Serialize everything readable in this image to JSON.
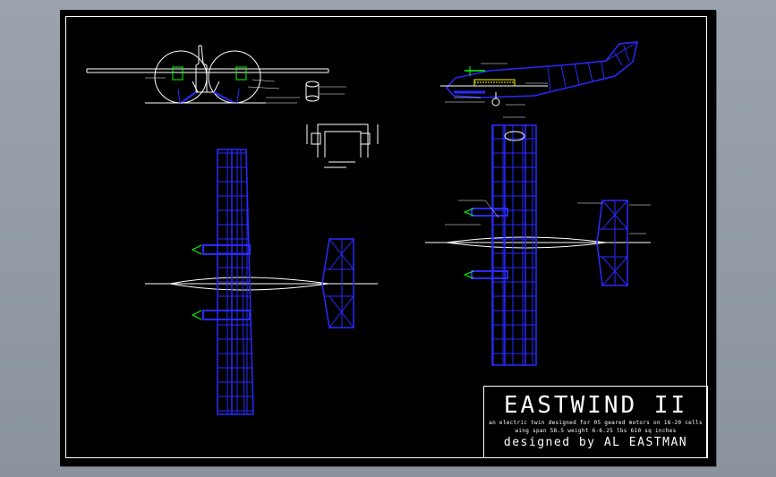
{
  "title_block": {
    "title": "EASTWIND II",
    "line1": "an electric twin designed for 05 geared motors on 16-20 cells",
    "line2": "wing span 58.5 weight 6-6.25 lbs 610 sq inches",
    "designer": "designed by AL EASTMAN"
  },
  "colors": {
    "background": "#000000",
    "structure": "#2a2aff",
    "motor": "#00ff00",
    "outline": "#ffffff"
  }
}
